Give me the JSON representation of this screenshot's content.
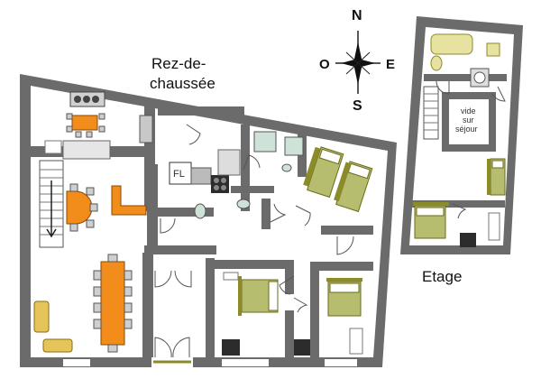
{
  "labels": {
    "ground_floor_line1": "Rez-de-",
    "ground_floor_line2": "chaussée",
    "upper_floor": "Etage",
    "void_line1": "vide",
    "void_line2": "sur",
    "void_line3": "séjour",
    "fridge": "FL"
  },
  "compass": {
    "north": "N",
    "south": "S",
    "east": "E",
    "west": "O"
  },
  "colors": {
    "wall": "#6b6b6b",
    "floor": "#ffffff",
    "table": "#f28c1a",
    "olive": "#8b8b2a",
    "bed_green": "#b7bd6e",
    "sofa": "#e5c55a",
    "bath": "#e8e2a0",
    "shower": "#cfe2d8",
    "stove": "#2c2c2c"
  }
}
